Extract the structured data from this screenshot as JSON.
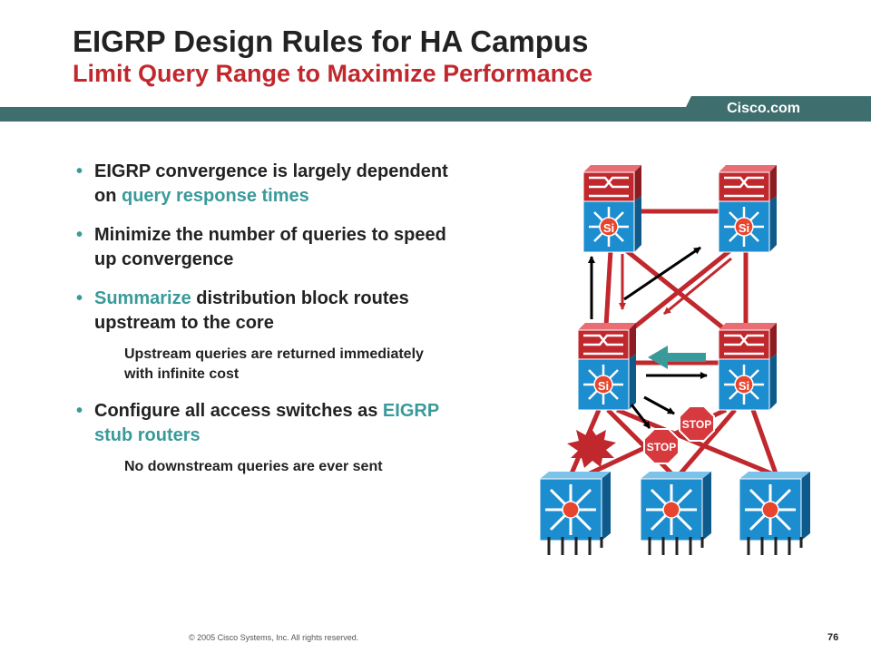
{
  "slide": {
    "title": "EIGRP Design Rules for HA Campus",
    "subtitle": "Limit Query Range to Maximize Performance",
    "brand": "Cisco.com",
    "copyright": "© 2005 Cisco Systems, Inc. All rights reserved.",
    "page_number": "76"
  },
  "bullets": [
    {
      "pre": "EIGRP convergence is largely dependent on ",
      "hl": "query response times",
      "post": ""
    },
    {
      "pre": "Minimize the number of queries to speed up convergence",
      "hl": "",
      "post": ""
    },
    {
      "pre": "",
      "hl": "Summarize",
      "post": " distribution block routes upstream to the core"
    },
    {
      "sub": "Upstream queries are returned immediately with infinite cost"
    },
    {
      "pre": "Configure all access switches as ",
      "hl": "EIGRP stub routers",
      "post": ""
    },
    {
      "sub": "No downstream queries are ever sent"
    }
  ],
  "diagram": {
    "stop_sign_text": "STOP",
    "switch_label": "Si",
    "colors": {
      "red": "#c0282d",
      "teal": "#3a9a9a",
      "blue": "#1c8dcf",
      "band": "#3e6e6e"
    }
  }
}
